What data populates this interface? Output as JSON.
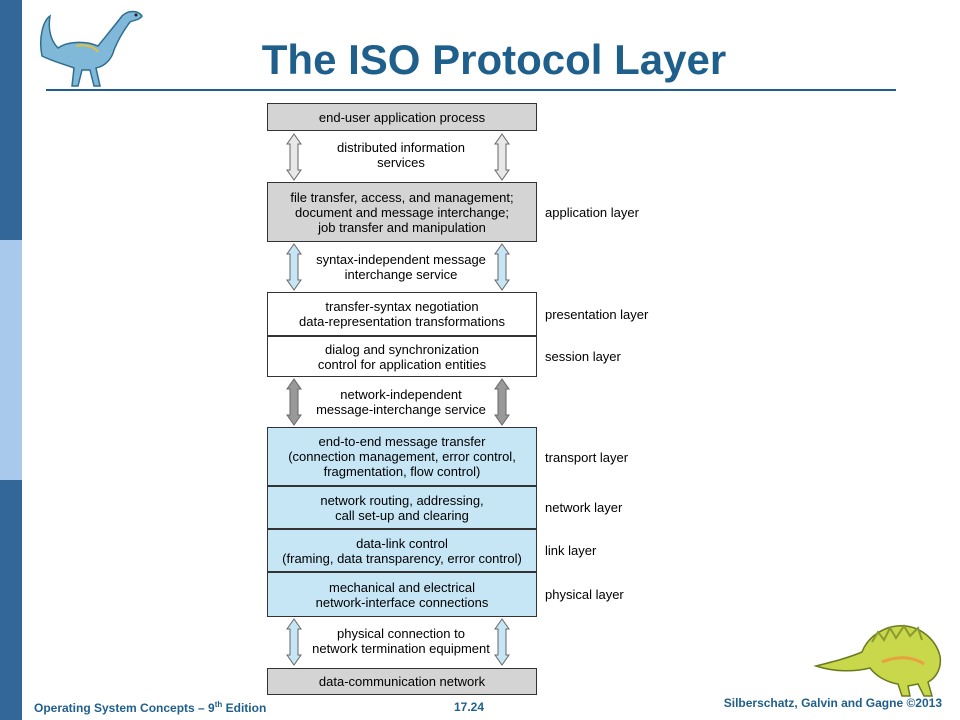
{
  "title": "The ISO Protocol Layer",
  "boxes": {
    "end_user": "end-user application process",
    "file_transfer": "file transfer, access, and management;\ndocument and message interchange;\njob transfer and manipulation",
    "transfer_syntax": "transfer-syntax negotiation\ndata-representation transformations",
    "dialog": "dialog and synchronization\ncontrol for application entities",
    "end_to_end": "end-to-end message transfer\n(connection management, error control,\nfragmentation, flow control)",
    "routing": "network routing, addressing,\ncall set-up and clearing",
    "data_link": "data-link control\n(framing, data transparency, error control)",
    "mechanical": "mechanical and electrical\nnetwork-interface connections",
    "data_comm": "data-communication network"
  },
  "between": {
    "distributed": "distributed information\nservices",
    "syntax_independent": "syntax-independent message\ninterchange service",
    "network_independent": "network-independent\nmessage-interchange service",
    "physical_connection": "physical connection to\nnetwork termination equipment"
  },
  "layers": {
    "application": "application layer",
    "presentation": "presentation layer",
    "session": "session layer",
    "transport": "transport layer",
    "network": "network layer",
    "link": "link layer",
    "physical": "physical layer"
  },
  "footer": {
    "book_prefix": "Operating System Concepts – 9",
    "book_sup": "th",
    "book_suffix": " Edition",
    "page": "17.24",
    "authors": "Silberschatz, Galvin and Gagne ©2013"
  }
}
